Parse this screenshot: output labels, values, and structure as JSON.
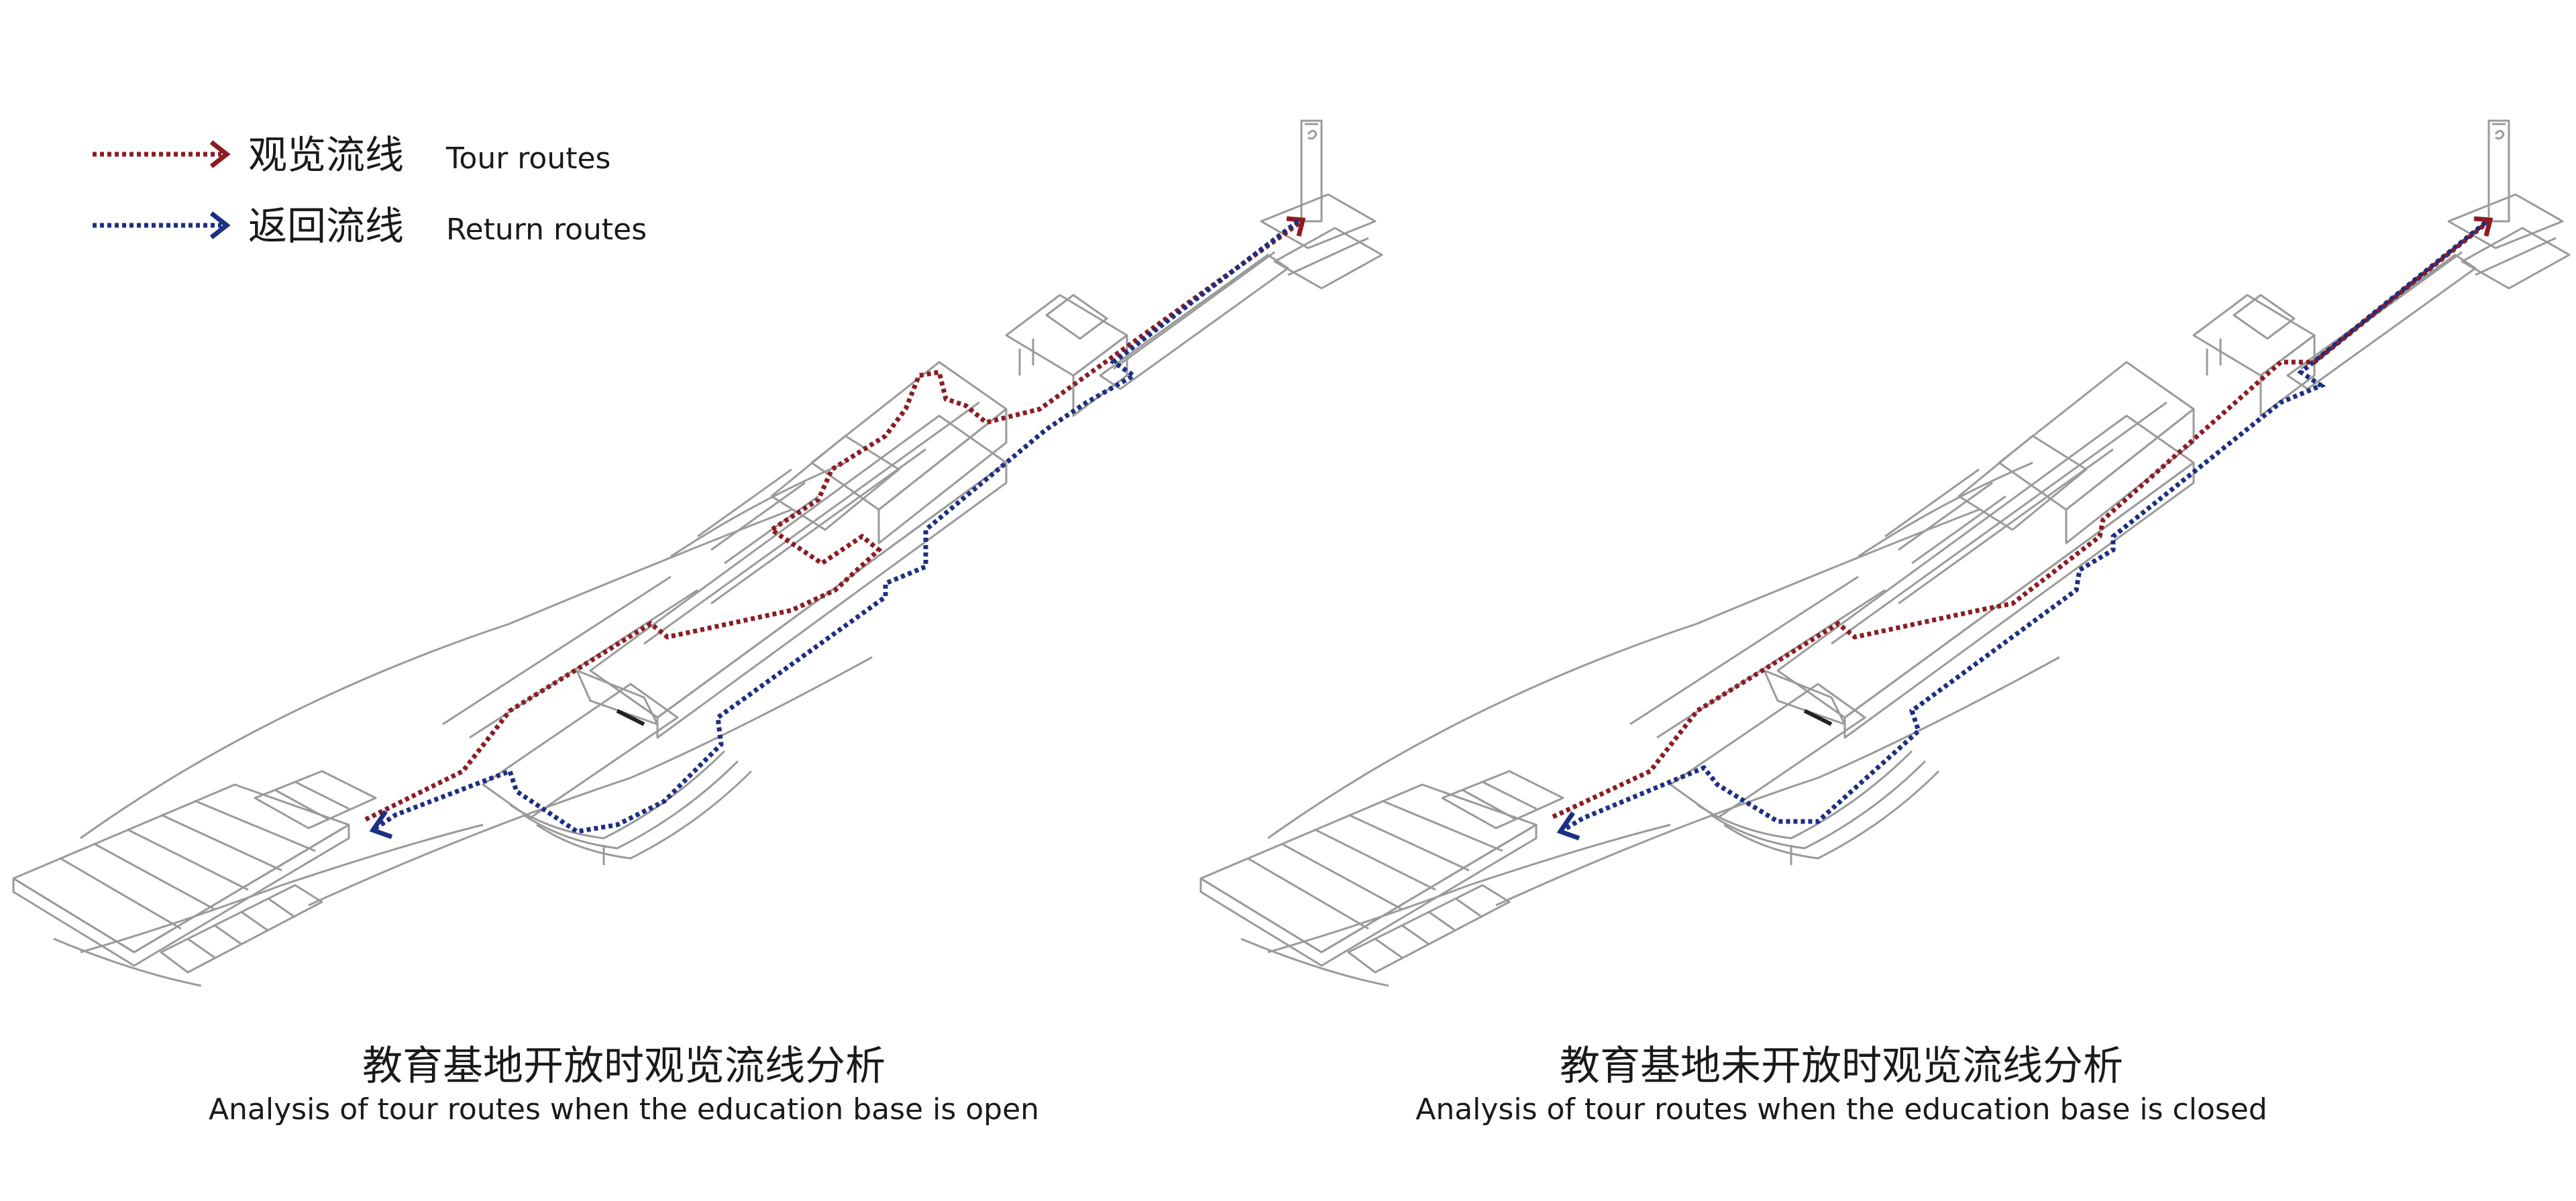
{
  "legend": [
    {
      "zh": "观览流线",
      "en": "Tour routes",
      "color": "#8c1c24"
    },
    {
      "zh": "返回流线",
      "en": "Return routes",
      "color": "#1c2f82"
    }
  ],
  "left_panel": {
    "caption_zh": "教育基地开放时观览流线分析",
    "caption_en": "Analysis of tour routes when the education base is open"
  },
  "right_panel": {
    "caption_zh": "教育基地未开放时观览流线分析",
    "caption_en": "Analysis of  tour routes when the education base is closed"
  },
  "colors": {
    "model_line": "#9a9a9a",
    "tour": "#8c1c24",
    "return": "#1c2f82"
  }
}
